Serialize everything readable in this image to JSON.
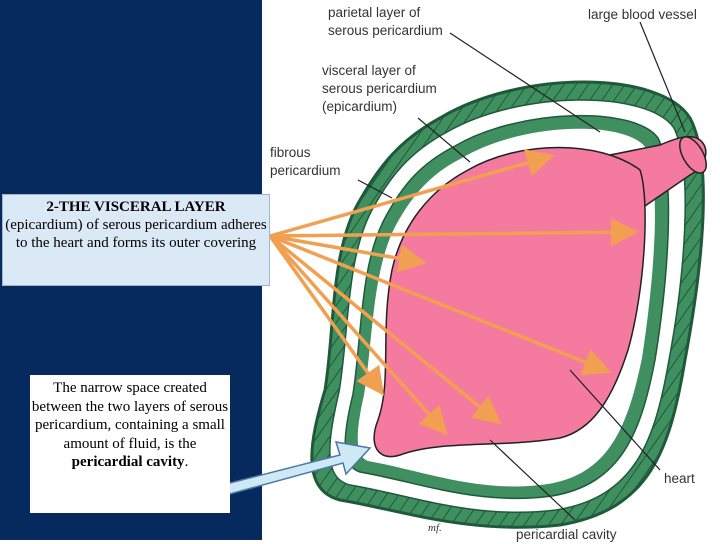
{
  "labels": {
    "parietal": "parietal layer of\nserous pericardium",
    "large_vessel": "large blood vessel",
    "visceral": "visceral layer of\nserous pericardium\n(epicardium)",
    "fibrous": "fibrous\npericardium",
    "heart": "heart",
    "cavity": "pericardial cavity"
  },
  "callouts": {
    "visceral": {
      "title": "2-THE VISCERAL LAYER",
      "body": "(epicardium) of serous pericardium adheres to the heart and forms its outer covering"
    },
    "cavity": {
      "text_before": "The narrow space created between the two layers of serous pericardium, containing a small amount of fluid, is the ",
      "bold": "pericardial cavity",
      "text_after": "."
    }
  },
  "signature": "mf.",
  "colors": {
    "panel_bg": "#062a5e",
    "heart_fill": "#f47aa0",
    "fibrous_layer": "#3b8a5a",
    "arrow": "#f0a050",
    "callout_bg": "#dbe9f7",
    "callout_arrow": "#cfe8f6"
  }
}
